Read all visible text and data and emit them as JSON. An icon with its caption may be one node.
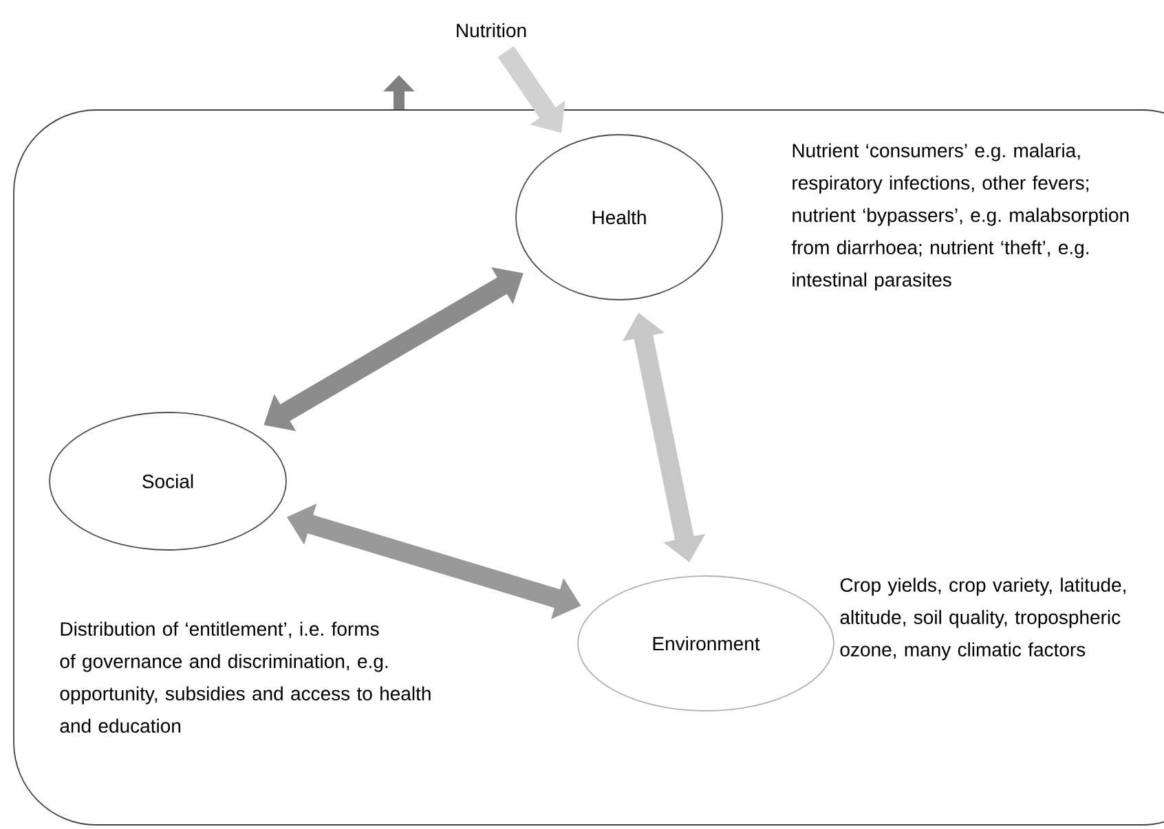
{
  "diagram": {
    "nodes": [
      {
        "text": [
          "Nutrition"
        ]
      },
      {
        "text": [],
        "shape": "box"
      },
      {
        "text": [
          "Health"
        ],
        "in": 1,
        "beside": [
          "Nutrient ‘consumers’ e.g. malaria, respiratory infections, other fevers; nutrient ‘bypassers’, e.g. malabsorption from diarrhoea; nutrient ‘theft’, e.g. intestinal parasites"
        ]
      },
      {
        "text": [
          "Social"
        ],
        "in": 1,
        "beside": [
          "Distribution of ‘entitlement’, i.e. forms of governance and discrimination, e.g. opportunity, subsidies and access to health and education"
        ]
      },
      {
        "text": [
          "Environment"
        ],
        "in": 1,
        "beside": [
          "Crop yields, crop variety, latitude, altitude, soil quality, tropospheric ozone, many climatic factors"
        ]
      }
    ],
    "edges": [
      {
        "from": 0,
        "to": 2,
        "arrow": "to"
      },
      {
        "from": 1,
        "to": null,
        "arrow": "to"
      },
      {
        "from": 2,
        "to": 3,
        "arrow": "both"
      },
      {
        "from": 2,
        "to": 4,
        "arrow": "both"
      },
      {
        "from": 3,
        "to": 4,
        "arrow": "both"
      }
    ]
  }
}
